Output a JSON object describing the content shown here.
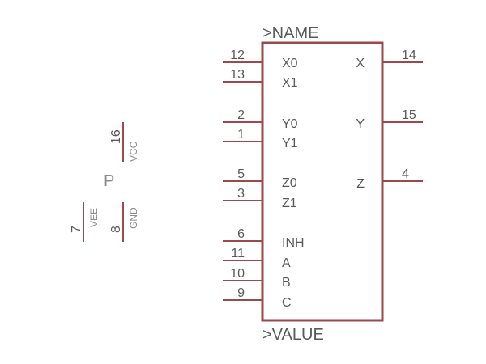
{
  "name_label": ">NAME",
  "value_label": ">VALUE",
  "left_pins": [
    {
      "num": "12",
      "label": "X0"
    },
    {
      "num": "13",
      "label": "X1"
    },
    {
      "num": "2",
      "label": "Y0"
    },
    {
      "num": "1",
      "label": "Y1"
    },
    {
      "num": "5",
      "label": "Z0"
    },
    {
      "num": "3",
      "label": "Z1"
    },
    {
      "num": "6",
      "label": "INH"
    },
    {
      "num": "11",
      "label": "A"
    },
    {
      "num": "10",
      "label": "B"
    },
    {
      "num": "9",
      "label": "C"
    }
  ],
  "right_pins": [
    {
      "num": "14",
      "label": "X"
    },
    {
      "num": "15",
      "label": "Y"
    },
    {
      "num": "4",
      "label": "Z"
    }
  ],
  "power": {
    "part_label": "P",
    "vcc_num": "16",
    "vcc_label": "VCC",
    "vee_num": "7",
    "vee_label": "VEE",
    "gnd_num": "8",
    "gnd_label": "GND"
  },
  "colors": {
    "wire": "#9a4a4d",
    "text": "#5a5a5a",
    "power_text": "#8c8c8c"
  }
}
